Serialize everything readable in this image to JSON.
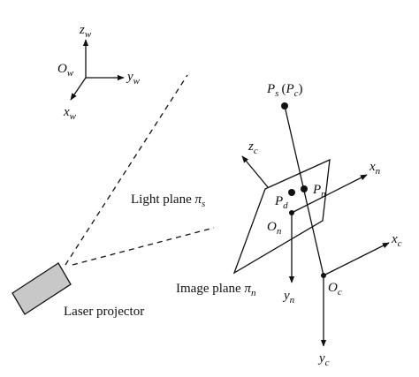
{
  "world_frame": {
    "origin": {
      "main": "O",
      "sub": "w"
    },
    "z_axis": {
      "main": "z",
      "sub": "w"
    },
    "y_axis": {
      "main": "y",
      "sub": "w"
    },
    "x_axis": {
      "main": "x",
      "sub": "w"
    }
  },
  "points": {
    "ps": {
      "main": "P",
      "sub": "s",
      "paren": "(P",
      "paren_sub": "c",
      "close": ")"
    },
    "pd": {
      "main": "P",
      "sub": "d"
    },
    "pn": {
      "main": "P",
      "sub": "n"
    }
  },
  "camera_axes": {
    "zc": {
      "main": "z",
      "sub": "c"
    },
    "xn": {
      "main": "x",
      "sub": "n"
    },
    "on": {
      "main": "O",
      "sub": "n"
    },
    "yn": {
      "main": "y",
      "sub": "n"
    },
    "xc": {
      "main": "x",
      "sub": "c"
    },
    "oc": {
      "main": "O",
      "sub": "c"
    },
    "yc": {
      "main": "y",
      "sub": "c"
    }
  },
  "labels": {
    "light_plane": {
      "text": "Light plane ",
      "sym": "π",
      "sub": "s"
    },
    "image_plane": {
      "text": "Image plane ",
      "sym": "π",
      "sub": "n"
    },
    "laser_projector": "Laser projector"
  },
  "colors": {
    "stroke": "#111111",
    "projector_fill": "#c8c8c8"
  }
}
